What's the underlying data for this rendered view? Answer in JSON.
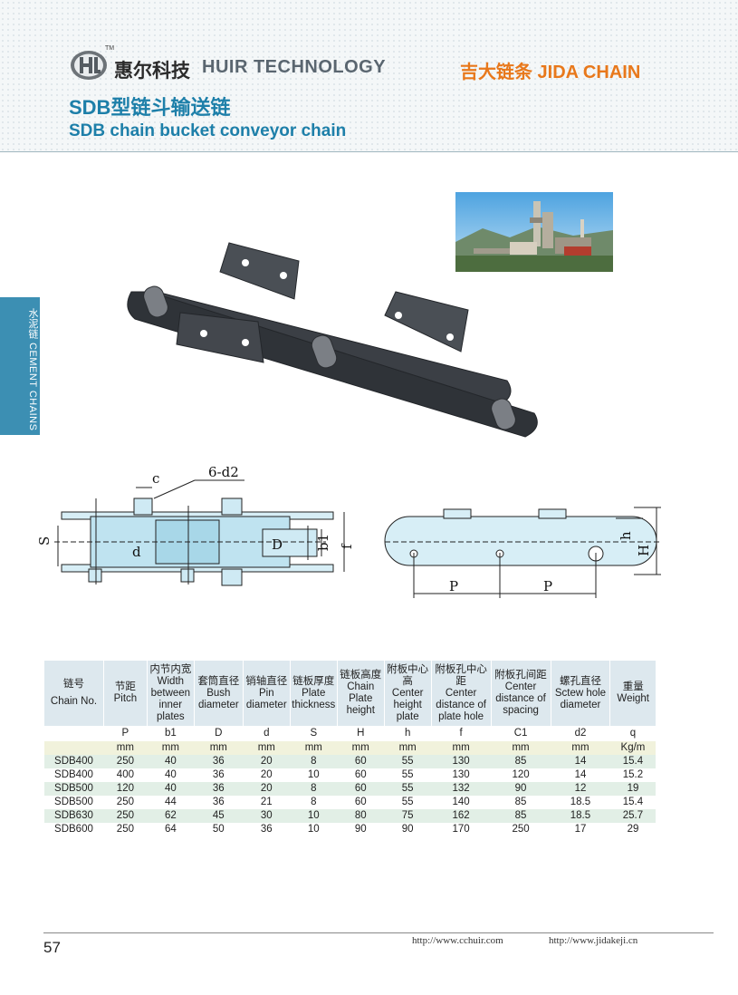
{
  "header": {
    "tm": "TM",
    "brand_cn": "惠尔科技",
    "brand_en": "HUIR TECHNOLOGY",
    "jida": "吉大链条 JIDA CHAIN",
    "title_cn": "SDB型链斗输送链",
    "title_en": "SDB chain bucket conveyor chain"
  },
  "sidebar": {
    "label": "水泥链 CEMENT CHAINS"
  },
  "colors": {
    "accent_blue": "#1d7fa9",
    "orange": "#e8781b",
    "tab_blue": "#3c8fb3"
  },
  "drawing": {
    "c": "c",
    "six_d2": "6-d2",
    "S": "S",
    "d": "d",
    "D": "D",
    "b1": "b1",
    "f": "f",
    "h": "h",
    "H": "H",
    "P": "P"
  },
  "table": {
    "headers": [
      {
        "cn": "链号",
        "en": "Chain No."
      },
      {
        "cn": "节距",
        "en": "Pitch"
      },
      {
        "cn": "内节内宽",
        "en": "Width between inner plates"
      },
      {
        "cn": "套筒直径",
        "en": "Bush diameter"
      },
      {
        "cn": "销轴直径",
        "en": "Pin diameter"
      },
      {
        "cn": "链板厚度",
        "en": "Plate thickness"
      },
      {
        "cn": "链板高度",
        "en": "Chain Plate height"
      },
      {
        "cn": "附板中心高",
        "en": "Center height plate"
      },
      {
        "cn": "附板孔中心距",
        "en": "Center distance of plate hole"
      },
      {
        "cn": "附板孔间距",
        "en": "Center distance of spacing"
      },
      {
        "cn": "螺孔直径",
        "en": "Sctew hole diameter"
      },
      {
        "cn": "重量",
        "en": "Weight"
      }
    ],
    "symbols": [
      "",
      "P",
      "b1",
      "D",
      "d",
      "S",
      "H",
      "h",
      "f",
      "C1",
      "d2",
      "q"
    ],
    "units": [
      "",
      "mm",
      "mm",
      "mm",
      "mm",
      "mm",
      "mm",
      "mm",
      "mm",
      "mm",
      "mm",
      "Kg/m"
    ],
    "rows": [
      [
        "SDB400",
        "250",
        "40",
        "36",
        "20",
        "8",
        "60",
        "55",
        "130",
        "85",
        "14",
        "15.4"
      ],
      [
        "SDB400",
        "400",
        "40",
        "36",
        "20",
        "10",
        "60",
        "55",
        "130",
        "120",
        "14",
        "15.2"
      ],
      [
        "SDB500",
        "120",
        "40",
        "36",
        "20",
        "8",
        "60",
        "55",
        "132",
        "90",
        "12",
        "19"
      ],
      [
        "SDB500",
        "250",
        "44",
        "36",
        "21",
        "8",
        "60",
        "55",
        "140",
        "85",
        "18.5",
        "15.4"
      ],
      [
        "SDB630",
        "250",
        "62",
        "45",
        "30",
        "10",
        "80",
        "75",
        "162",
        "85",
        "18.5",
        "25.7"
      ],
      [
        "SDB600",
        "250",
        "64",
        "50",
        "36",
        "10",
        "90",
        "90",
        "170",
        "250",
        "17",
        "29"
      ]
    ]
  },
  "footer": {
    "page": "57",
    "url1": "http://www.cchuir.com",
    "url2": "http://www.jidakeji.cn"
  }
}
